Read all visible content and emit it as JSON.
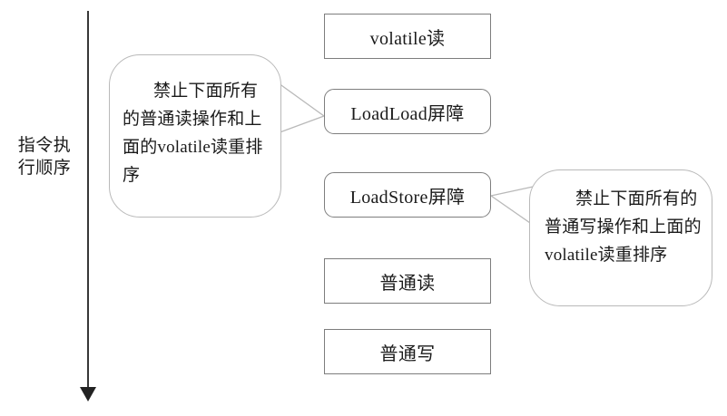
{
  "diagram": {
    "title": "volatile read insertion of memory barriers",
    "axis": {
      "label": "指令执\n行顺序",
      "arrow_direction": "down"
    },
    "sequence": [
      {
        "id": "volatile-read",
        "label": "volatile读",
        "shape": "rectangle"
      },
      {
        "id": "loadload",
        "label": "LoadLoad屏障",
        "shape": "rounded-rectangle"
      },
      {
        "id": "loadstore",
        "label": "LoadStore屏障",
        "shape": "rounded-rectangle"
      },
      {
        "id": "normal-read",
        "label": "普通读",
        "shape": "rectangle"
      },
      {
        "id": "normal-write",
        "label": "普通写",
        "shape": "rectangle"
      }
    ],
    "callouts": [
      {
        "id": "loadload-note",
        "text": "禁止下面所有的普通读操作和上面的volatile读重排序",
        "points_to": "loadload",
        "side": "left"
      },
      {
        "id": "loadstore-note",
        "text": "禁止下面所有的普通写操作和上面的volatile读重排序",
        "points_to": "loadstore",
        "side": "right"
      }
    ],
    "colors": {
      "background": "#ffffff",
      "box_border": "#8f8f8f",
      "callout_border": "#b9b9b9",
      "arrow": "#222222",
      "text": "#1a1a1a"
    }
  }
}
